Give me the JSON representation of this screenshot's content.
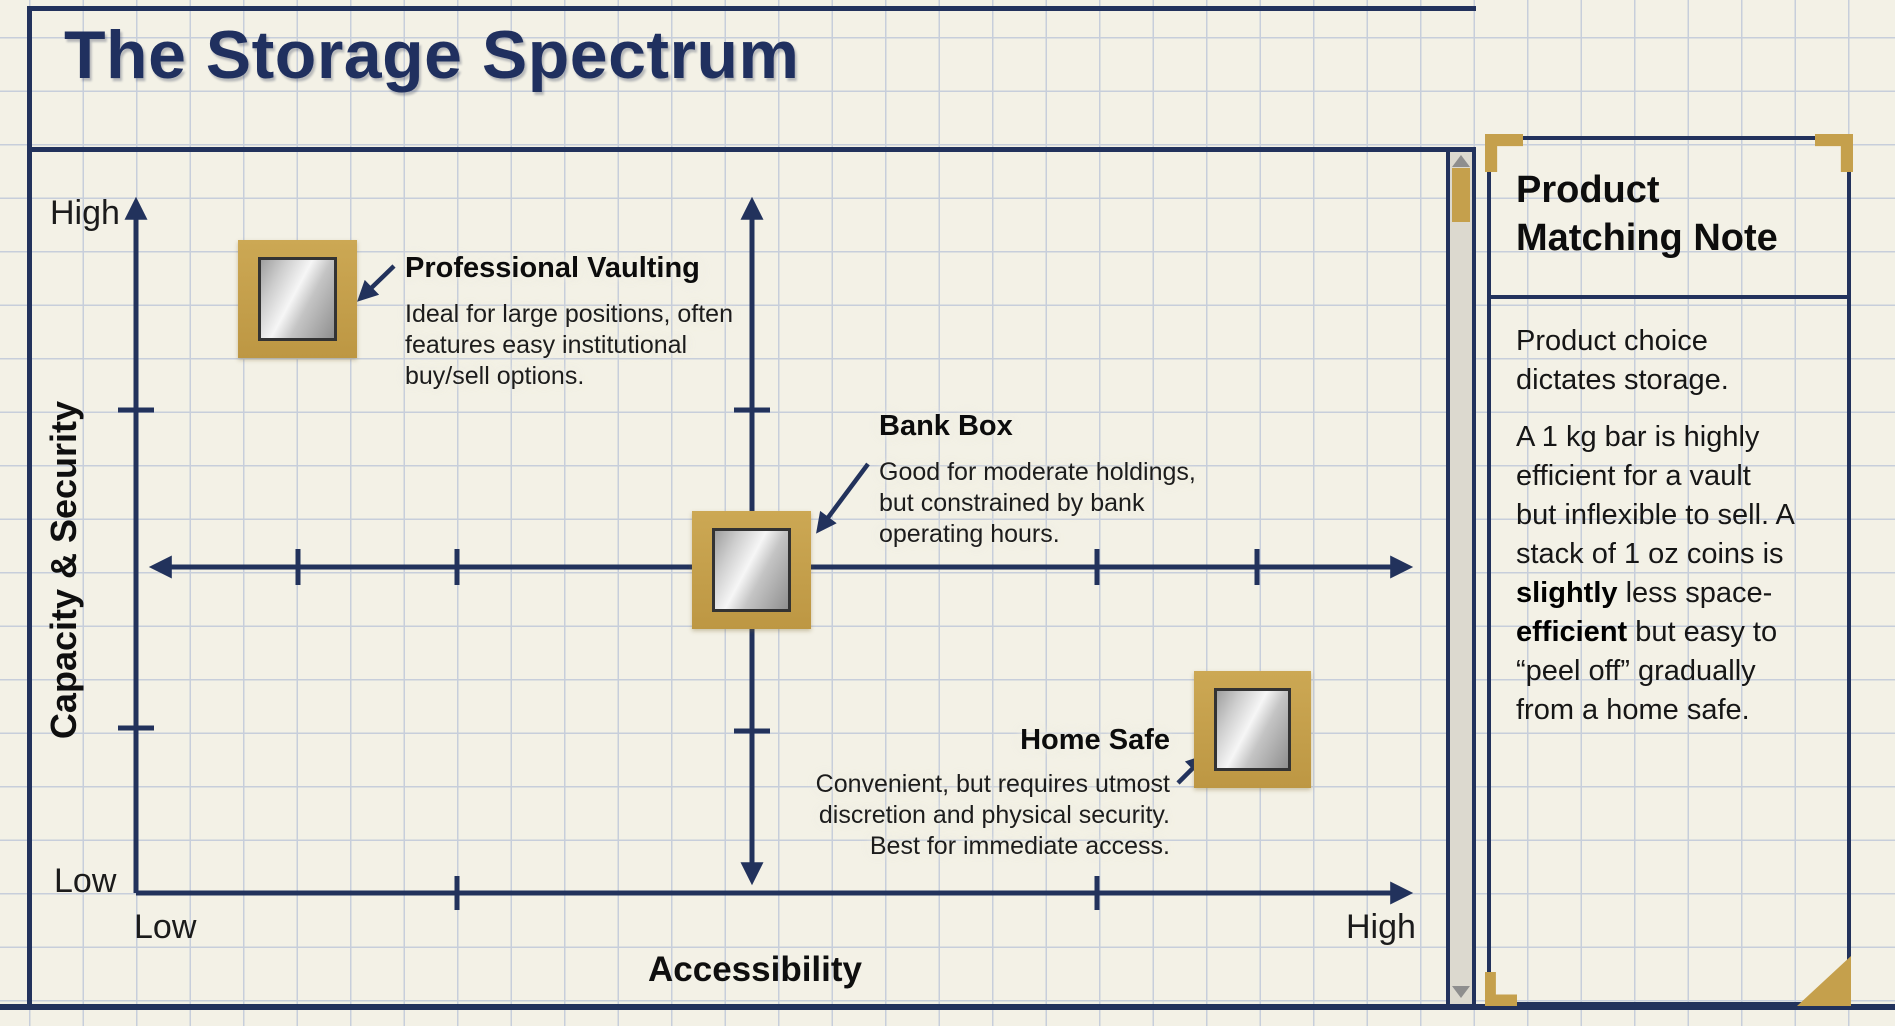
{
  "title": "The Storage Spectrum",
  "chart": {
    "y_axis": {
      "title": "Capacity & Security",
      "high_label": "High",
      "low_label": "Low"
    },
    "x_axis": {
      "title": "Accessibility",
      "high_label": "High",
      "low_label": "Low"
    },
    "points": [
      {
        "name": "Professional Vaulting",
        "description": "Ideal for large positions, often\nfeatures easy institutional\nbuy/sell options.",
        "position": {
          "accessibility": "Low",
          "capacity_security": "High"
        }
      },
      {
        "name": "Bank Box",
        "description": "Good for moderate holdings,\nbut constrained by bank\noperating hours.",
        "position": {
          "accessibility": "Medium",
          "capacity_security": "Medium"
        }
      },
      {
        "name": "Home Safe",
        "description": "Convenient, but requires utmost\ndiscretion and physical security.\nBest for immediate access.",
        "position": {
          "accessibility": "High",
          "capacity_security": "Low-Medium"
        }
      }
    ]
  },
  "side_panel": {
    "title": "Product\nMatching Note",
    "paragraph1": "Product choice\ndictates storage.",
    "paragraph2": {
      "s1": "A 1 kg bar is highly\nefficient for a vault\nbut inflexible to sell. A\nstack of 1 oz coins is\n",
      "s2": "slightly",
      "s3": " less space-\n",
      "s4": "efficient",
      "s5": " but easy to\n“peel off” gradually\nfrom a home safe."
    }
  },
  "icons": {
    "gold_bar_marker": "gold-framed silver bar square",
    "scrollbar_up": "triangle-up",
    "scrollbar_down": "triangle-down",
    "panel_corners": "gold L-brackets and triangle"
  },
  "colors": {
    "background": "#f3f1e6",
    "grid_line": "#c7cedb",
    "navy": "#22325c",
    "title_navy": "#20305f",
    "gold": "#c5a04c",
    "silver": "#cdcdcd",
    "text": "#161616",
    "scroll_track": "#dcd9cf",
    "scroll_arrow": "#8e8e8e"
  },
  "chart_data": {
    "type": "scatter",
    "title": "The Storage Spectrum",
    "xlabel": "Accessibility",
    "ylabel": "Capacity & Security",
    "x_range": [
      "Low",
      "High"
    ],
    "y_range": [
      "Low",
      "High"
    ],
    "grid": true,
    "points": [
      {
        "label": "Professional Vaulting",
        "x": "Low",
        "y": "High"
      },
      {
        "label": "Bank Box",
        "x": "Medium",
        "y": "Medium"
      },
      {
        "label": "Home Safe",
        "x": "High",
        "y": "Low-Medium"
      }
    ]
  }
}
